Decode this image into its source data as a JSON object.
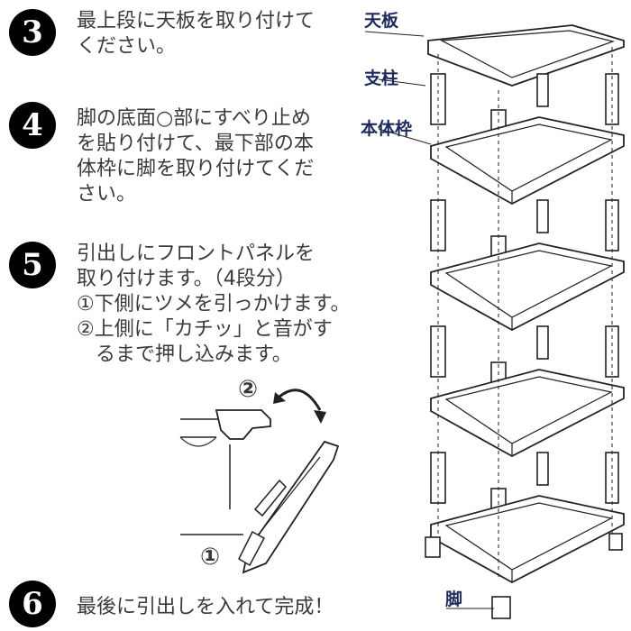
{
  "steps": [
    {
      "number": "3",
      "text": "最上段に天板を取り付けて\nください。"
    },
    {
      "number": "4",
      "text": "脚の底面○部にすべり止め\nを貼り付けて、最下部の本\n体枠に脚を取り付けてくだ\nさい。"
    },
    {
      "number": "5",
      "text": "引出しにフロントパネルを\n取り付けます。（4段分）",
      "sub1": "①下側にツメを引っかけます。",
      "sub2": "②上側に「カチッ」と音がす\n   るまで押し込みます。"
    },
    {
      "number": "6",
      "text": "最後に引出しを入れて完成！"
    }
  ],
  "parts": {
    "top_board": "天板",
    "pillar": "支柱",
    "frame": "本体枠",
    "leg": "脚"
  },
  "drawer_callouts": {
    "one": "①",
    "two": "②"
  }
}
